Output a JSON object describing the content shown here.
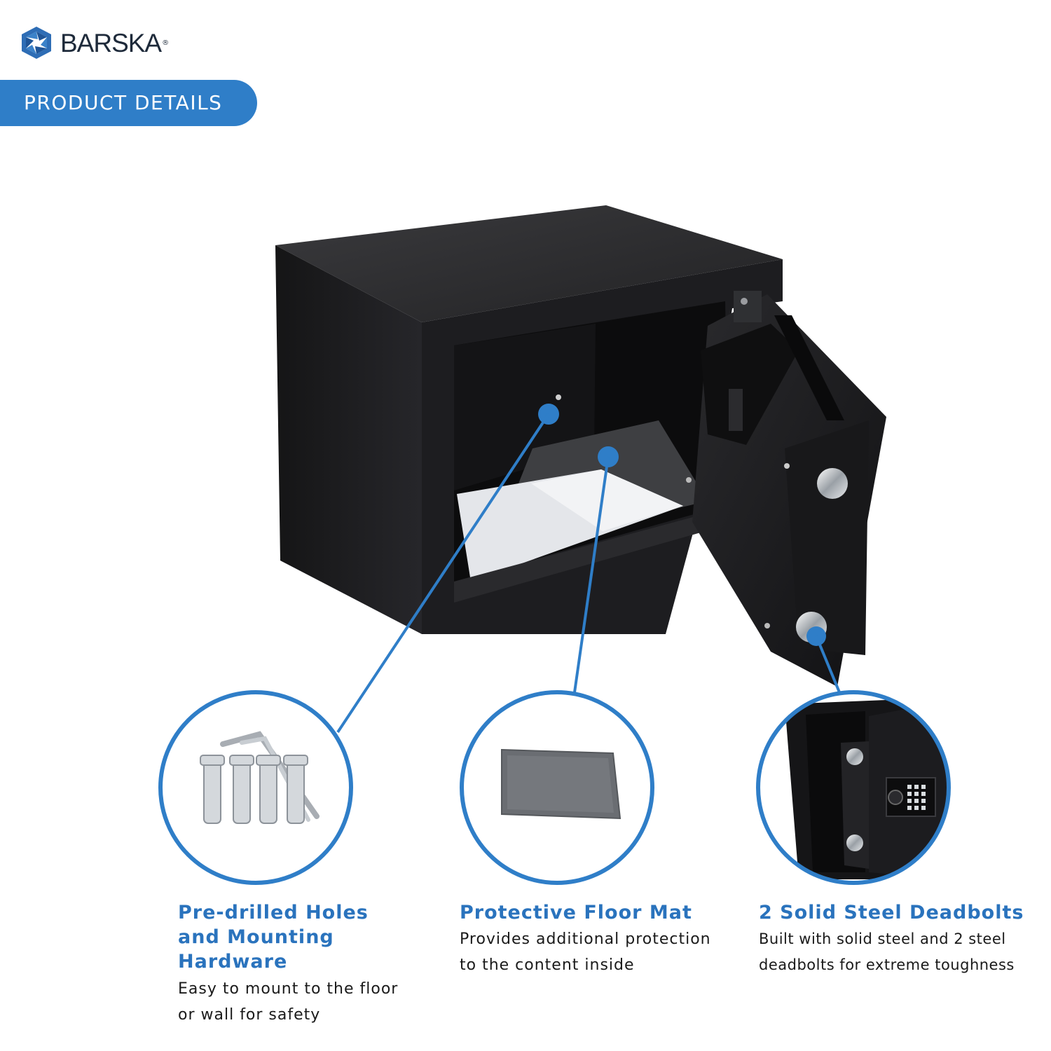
{
  "brand": {
    "name": "BARSKA",
    "registered": "®"
  },
  "banner": {
    "label": "PRODUCT DETAILS"
  },
  "features": [
    {
      "title_lines": [
        "Pre-drilled Holes",
        "and Mounting",
        "Hardware"
      ],
      "desc_lines": [
        "Easy to mount to the floor",
        "or wall for safety"
      ]
    },
    {
      "title_lines": [
        "Protective Floor Mat"
      ],
      "desc_lines": [
        "Provides additional protection",
        "to the content inside"
      ]
    },
    {
      "title_lines": [
        "2 Solid Steel Deadbolts"
      ],
      "desc_lines": [
        "Built with solid steel and 2 steel",
        "deadbolts for extreme toughness"
      ]
    }
  ],
  "colors": {
    "accent": "#2f7ec8",
    "title_blue": "#2a73bd",
    "safe_body": "#1c1c1e"
  }
}
